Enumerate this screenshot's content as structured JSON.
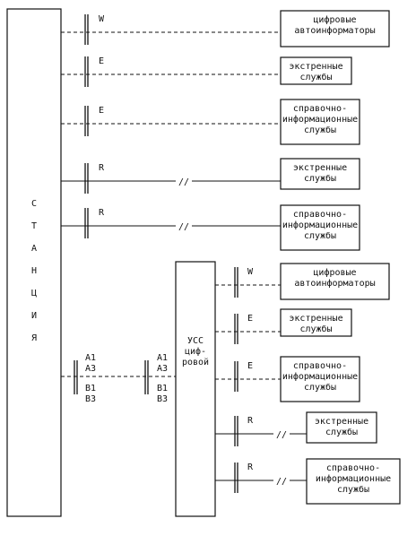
{
  "station": {
    "letters": [
      "С",
      "Т",
      "А",
      "Н",
      "Ц",
      "И",
      "Я"
    ]
  },
  "usc": {
    "lines": [
      "УСС",
      "циф-",
      "ровой"
    ]
  },
  "ports": [
    "A1",
    "A3",
    "B1",
    "B3"
  ],
  "left_branches": [
    {
      "code": "W",
      "line": "dashed",
      "break": false,
      "box": [
        "цифровые",
        "автоинформаторы"
      ]
    },
    {
      "code": "E",
      "line": "dashed",
      "break": false,
      "box": [
        "экстренные",
        "службы"
      ]
    },
    {
      "code": "E",
      "line": "dashed",
      "break": false,
      "box": [
        "справочно-",
        "информационные",
        "службы"
      ]
    },
    {
      "code": "R",
      "line": "solid",
      "break": true,
      "box": [
        "экстренные",
        "службы"
      ]
    },
    {
      "code": "R",
      "line": "solid",
      "break": true,
      "box": [
        "справочно-",
        "информационные",
        "службы"
      ]
    }
  ],
  "right_branches": [
    {
      "code": "W",
      "line": "dashed",
      "break": false,
      "box": [
        "цифровые",
        "автоинформаторы"
      ]
    },
    {
      "code": "E",
      "line": "dashed",
      "break": false,
      "box": [
        "экстренные",
        "службы"
      ]
    },
    {
      "code": "E",
      "line": "dashed",
      "break": false,
      "box": [
        "справочно-",
        "информационные",
        "службы"
      ]
    },
    {
      "code": "R",
      "line": "solid",
      "break": true,
      "box": [
        "экстренные",
        "службы"
      ]
    },
    {
      "code": "R",
      "line": "solid",
      "break": true,
      "box": [
        "справочно-",
        "информационные",
        "службы"
      ]
    }
  ],
  "break_mark": "//"
}
